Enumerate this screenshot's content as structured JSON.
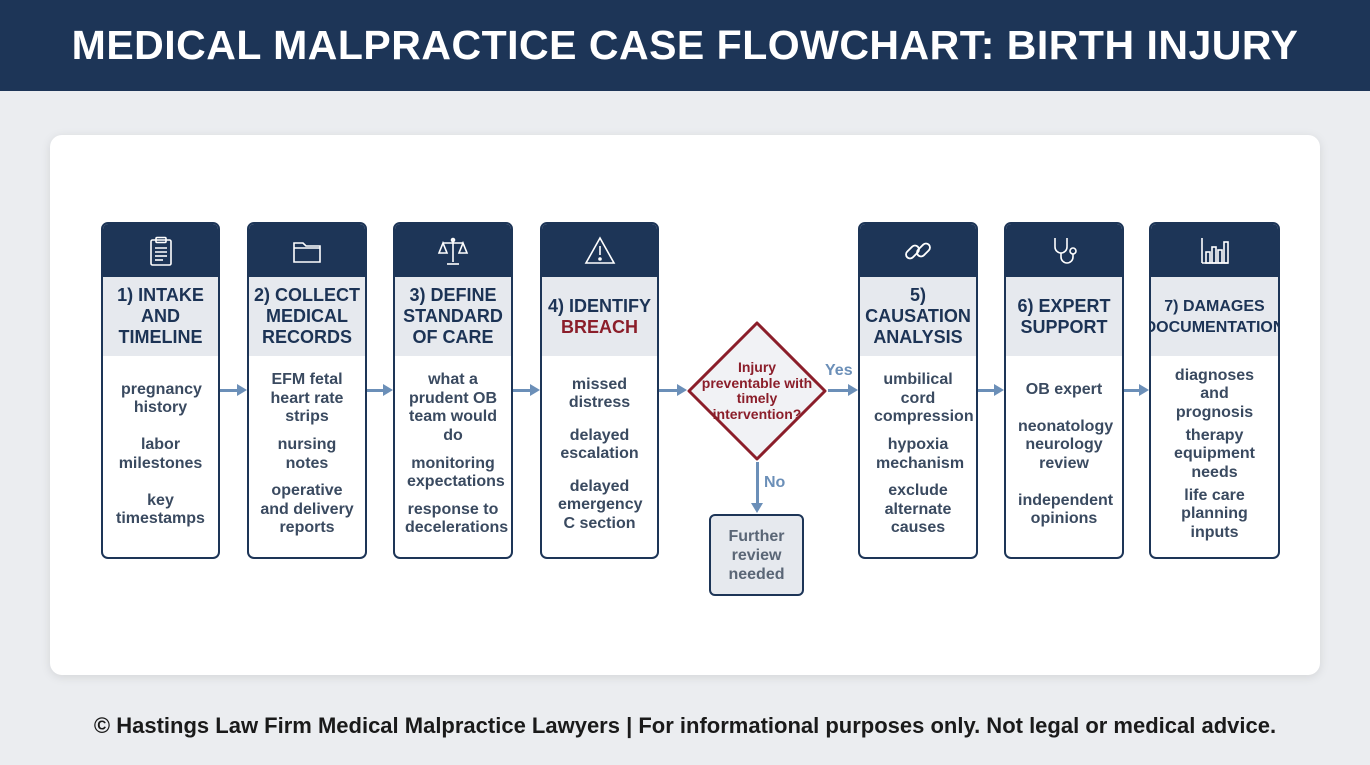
{
  "header": {
    "title": "MEDICAL MALPRACTICE CASE FLOWCHART: BIRTH INJURY"
  },
  "steps": [
    {
      "icon": "clipboard-icon",
      "title_lines": [
        "1) INTAKE",
        "AND",
        "TIMELINE"
      ],
      "items": [
        "pregnancy history",
        "labor milestones",
        "key timestamps"
      ]
    },
    {
      "icon": "folder-icon",
      "title_lines": [
        "2) COLLECT",
        "MEDICAL",
        "RECORDS"
      ],
      "items": [
        "EFM fetal heart rate strips",
        "nursing notes",
        "operative and delivery reports"
      ]
    },
    {
      "icon": "scales-icon",
      "title_lines": [
        "3) DEFINE",
        "STANDARD",
        "OF CARE"
      ],
      "items": [
        "what a prudent OB team would do",
        "monitoring expectations",
        "response to decelerations"
      ]
    },
    {
      "icon": "warning-icon",
      "title_lines": [
        "4) IDENTIFY"
      ],
      "title_highlight": "BREACH",
      "items": [
        "missed distress",
        "delayed escalation",
        "delayed emergency C section"
      ]
    },
    {
      "icon": "link-icon",
      "title_lines": [
        "5) CAUSATION",
        "ANALYSIS"
      ],
      "items": [
        "umbilical cord compression",
        "hypoxia mechanism",
        "exclude alternate causes"
      ]
    },
    {
      "icon": "stethoscope-icon",
      "title_lines": [
        "6) EXPERT",
        "SUPPORT"
      ],
      "items": [
        "OB expert",
        "neonatology neurology review",
        "independent opinions"
      ]
    },
    {
      "icon": "bar-chart-icon",
      "title_lines": [
        "7) DAMAGES",
        "DOCUMENTATION"
      ],
      "items": [
        "diagnoses and prognosis",
        "therapy equipment needs",
        "life care planning inputs"
      ]
    }
  ],
  "decision": {
    "question": "Injury preventable with timely intervention?",
    "yes_label": "Yes",
    "no_label": "No",
    "no_outcome": "Further review needed"
  },
  "colors": {
    "navy": "#1d3557",
    "breach_red": "#8b1e2a",
    "arrow_blue": "#6b8fb8",
    "title_band": "#e6e9ee"
  },
  "footer": {
    "text": "© Hastings Law Firm Medical Malpractice Lawyers  | For informational purposes only. Not legal or medical advice."
  }
}
